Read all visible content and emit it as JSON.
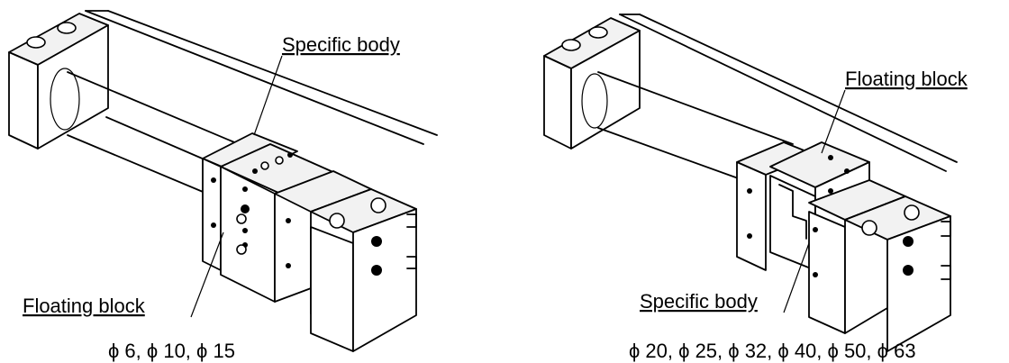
{
  "left_figure": {
    "callout_top": "Specific body",
    "callout_bottom": "Floating block",
    "caption": "ϕ 6, ϕ 10, ϕ 15"
  },
  "right_figure": {
    "callout_top": "Floating block",
    "callout_bottom": "Specific body",
    "caption": "ϕ 20, ϕ 25, ϕ 32, ϕ 40, ϕ 50, ϕ 63"
  }
}
